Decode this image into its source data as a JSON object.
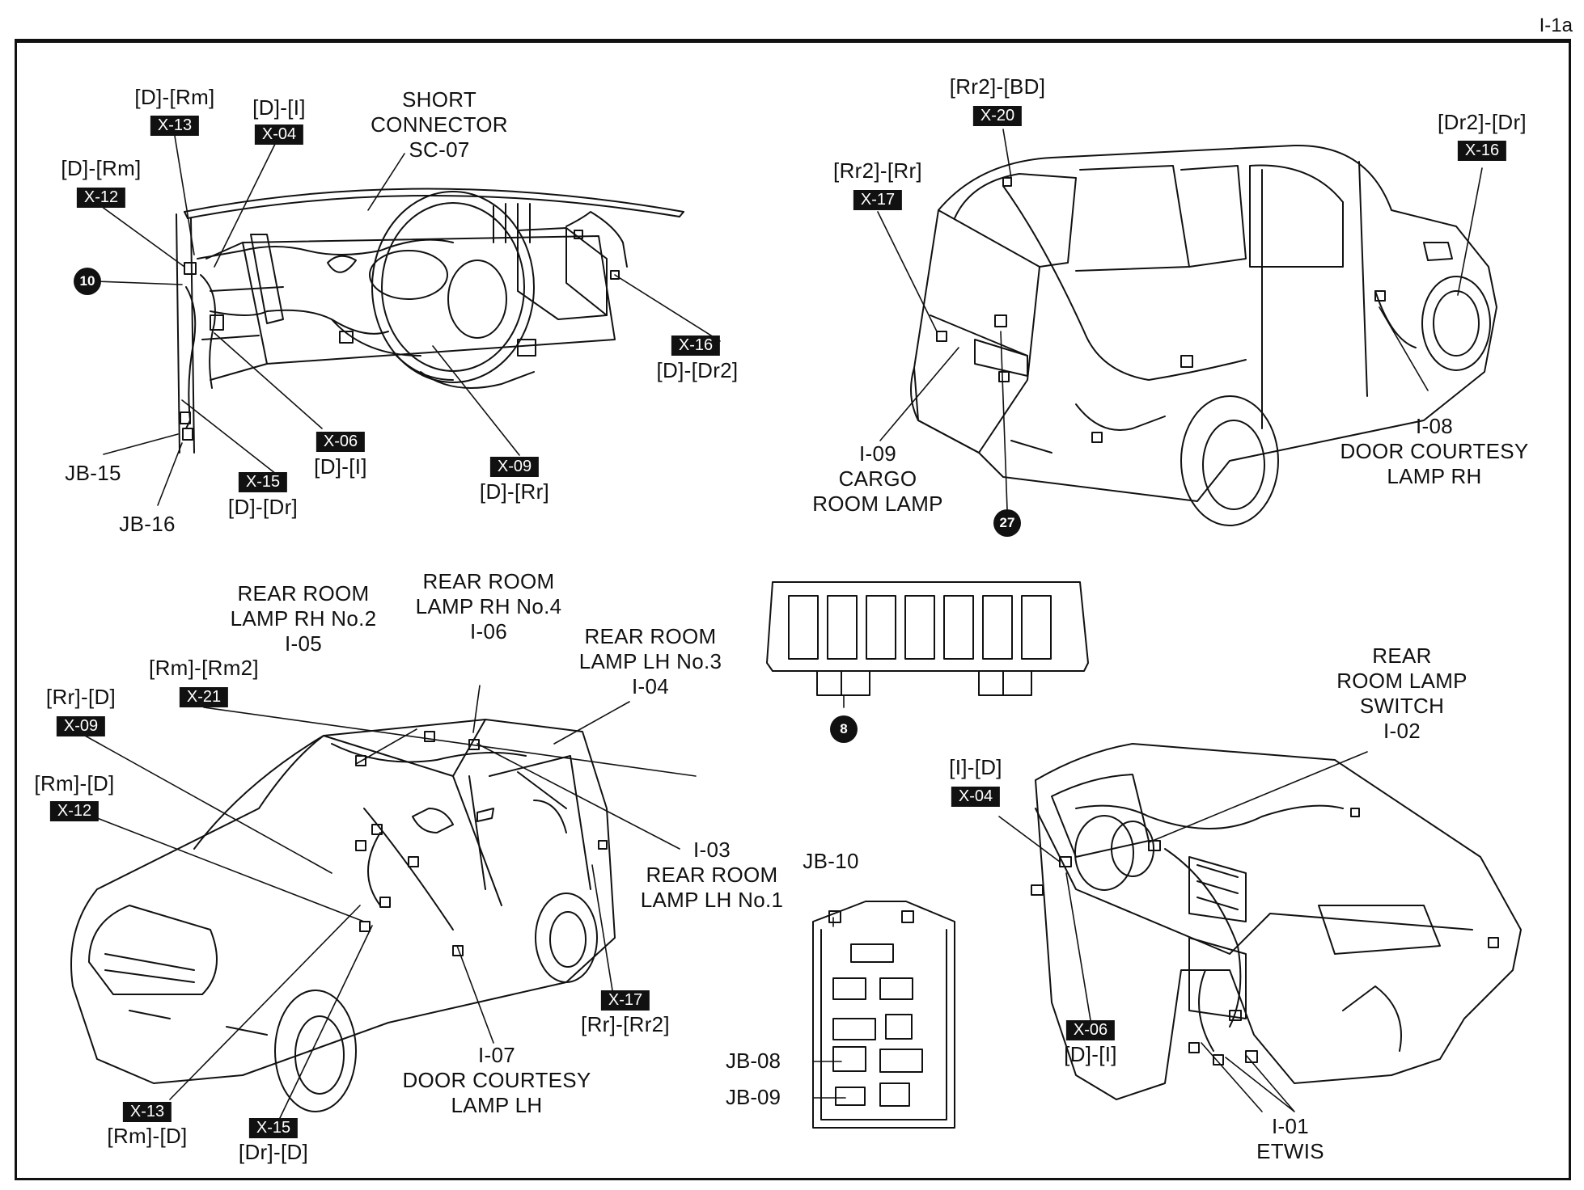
{
  "page_number": "I-1a",
  "callouts": {
    "dr_rm_a": "[D]-[Rm]",
    "x13_a": "X-13",
    "d_i_a": "[D]-[I]",
    "x04_a": "X-04",
    "short_connector": "SHORT\nCONNECTOR\nSC-07",
    "dr_rm_b": "[D]-[Rm]",
    "x12_a": "X-12",
    "x16_a": "X-16",
    "d_dr2": "[D]-[Dr2]",
    "x06_a": "X-06",
    "d_i_b": "[D]-[I]",
    "x15_a": "X-15",
    "d_dr": "[D]-[Dr]",
    "x09_a": "X-09",
    "d_rr": "[D]-[Rr]",
    "jb15": "JB-15",
    "jb16": "JB-16",
    "rr2_bd": "[Rr2]-[BD]",
    "x20": "X-20",
    "rr2_rr": "[Rr2]-[Rr]",
    "x17_a": "X-17",
    "dr2_dr": "[Dr2]-[Dr]",
    "x16_b": "X-16",
    "i09": "I-09\nCARGO\nROOM LAMP",
    "i08": "I-08\nDOOR COURTESY\nLAMP RH",
    "i05": "REAR ROOM\nLAMP RH No.2\nI-05",
    "i06": "REAR ROOM\nLAMP RH No.4\nI-06",
    "i04": "REAR ROOM\nLAMP LH No.3\nI-04",
    "rm_rm2": "[Rm]-[Rm2]",
    "x21": "X-21",
    "rr_d": "[Rr]-[D]",
    "x09_b": "X-09",
    "rm_d_a": "[Rm]-[D]",
    "x12_b": "X-12",
    "i03": "I-03\nREAR ROOM\nLAMP LH No.1",
    "x17_b": "X-17",
    "rr_rr2": "[Rr]-[Rr2]",
    "i07": "I-07\nDOOR COURTESY\nLAMP LH",
    "x13_b": "X-13",
    "rm_d_b": "[Rm]-[D]",
    "x15_b": "X-15",
    "dr_d": "[Dr]-[D]",
    "i02": "REAR\nROOM LAMP\nSWITCH\nI-02",
    "i_d": "[I]-[D]",
    "x04_b": "X-04",
    "x06_b": "X-06",
    "d_i_c": "[D]-[I]",
    "i01": "I-01\nETWIS",
    "jb10": "JB-10",
    "jb08": "JB-08",
    "jb09": "JB-09"
  },
  "markers": {
    "m10": "10",
    "m27": "27",
    "m8": "8"
  }
}
